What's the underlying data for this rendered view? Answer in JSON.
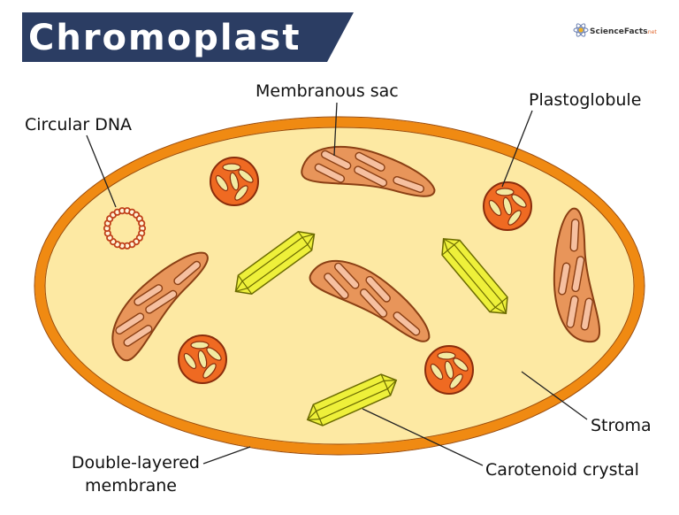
{
  "title": "Chromoplast",
  "logo": {
    "text": "ScienceFacts",
    "suffix": ".net",
    "icon": "atom-icon"
  },
  "labels": {
    "circular_dna": "Circular DNA",
    "membranous_sac": "Membranous sac",
    "plastoglobule": "Plastoglobule",
    "stroma": "Stroma",
    "double_layered_membrane_line1": "Double-layered",
    "double_layered_membrane_line2": "membrane",
    "carotenoid_crystal": "Carotenoid crystal"
  },
  "colors": {
    "banner": "#2b3d63",
    "membrane": "#f08a12",
    "stroma": "#fde9a3",
    "sac": "#e8955a",
    "plastoglobule": "#ef6a22",
    "crystal": "#eef03a"
  }
}
